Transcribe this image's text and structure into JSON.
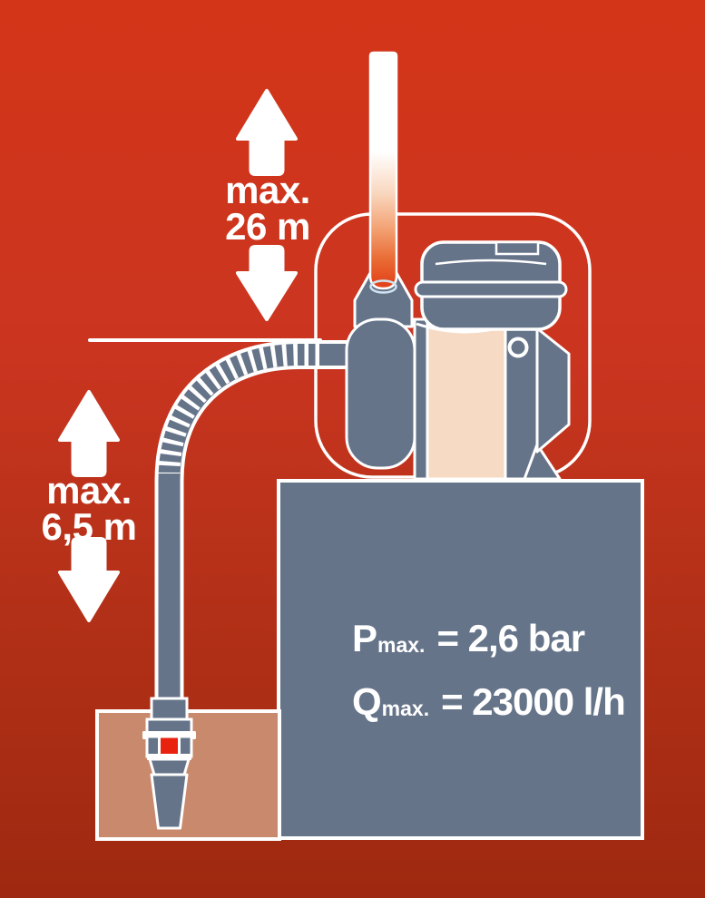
{
  "labels": {
    "delivery_head": {
      "prefix": "max.",
      "value": "26 m"
    },
    "suction_height": {
      "prefix": "max.",
      "value": "6,5 m"
    }
  },
  "specs": {
    "pressure": {
      "symbol": "P",
      "subscript": "max.",
      "value": "= 2,6 bar"
    },
    "flow_rate": {
      "symbol": "Q",
      "subscript": "max.",
      "value": "= 23000 l/h"
    }
  },
  "colors": {
    "background_top": "#d33518",
    "background_bottom": "#9e2910",
    "slate": "#66748a",
    "peach": "#f6dac4",
    "basin": "#c9896c",
    "accent_red": "#e8220e",
    "outline_white": "#ffffff",
    "socket_blue": "#cfe4f0"
  },
  "icons": {
    "up_arrow": "up-arrow-icon",
    "down_arrow": "down-arrow-icon"
  }
}
